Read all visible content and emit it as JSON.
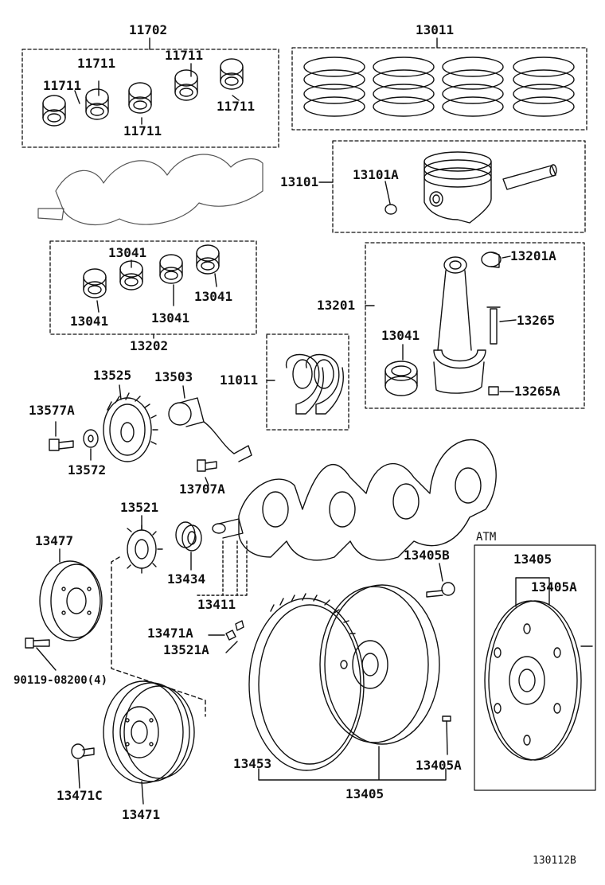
{
  "labels": {
    "p11702": "11702",
    "p13011": "13011",
    "p11711_a": "11711",
    "p11711_b": "11711",
    "p11711_c": "11711",
    "p11711_d": "11711",
    "p11711_e": "11711",
    "p13101": "13101",
    "p13101A": "13101A",
    "p13041_a": "13041",
    "p13041_b": "13041",
    "p13041_c": "13041",
    "p13041_d": "13041",
    "p13041_e": "13041",
    "p13202": "13202",
    "p13201A": "13201A",
    "p13201": "13201",
    "p13265": "13265",
    "p13265A": "13265A",
    "p11011": "11011",
    "p13525": "13525",
    "p13503": "13503",
    "p13577A": "13577A",
    "p13572": "13572",
    "p13707A": "13707A",
    "p13521": "13521",
    "p13477": "13477",
    "p13434": "13434",
    "p13411": "13411",
    "p13471A": "13471A",
    "p13521A": "13521A",
    "p90119": "90119-08200(4)",
    "p13471C": "13471C",
    "p13471": "13471",
    "p13405B": "13405B",
    "atm": "ATM",
    "p13405_atm": "13405",
    "p13405A_atm": "13405A",
    "p13453": "13453",
    "p13405A": "13405A",
    "p13405": "13405"
  },
  "figure_id": "130112B"
}
